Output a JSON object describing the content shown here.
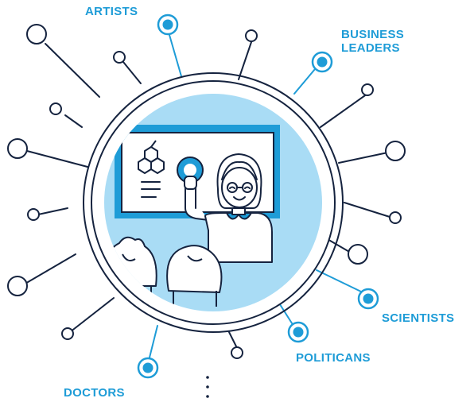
{
  "labels": {
    "artists": "ARTISTS",
    "business_line1": "BUSINESS",
    "business_line2": "LEADERS",
    "scientists": "SCIENTISTS",
    "politicans": "POLITICANS",
    "doctors": "DOCTORS"
  },
  "colors": {
    "accent": "#1e9cd7",
    "light_blue": "#a9dcf5",
    "outline": "#15233f",
    "white": "#ffffff"
  },
  "icons": [
    "target-icon",
    "hexagon-molecule-icon",
    "continuation-dots-icon"
  ]
}
